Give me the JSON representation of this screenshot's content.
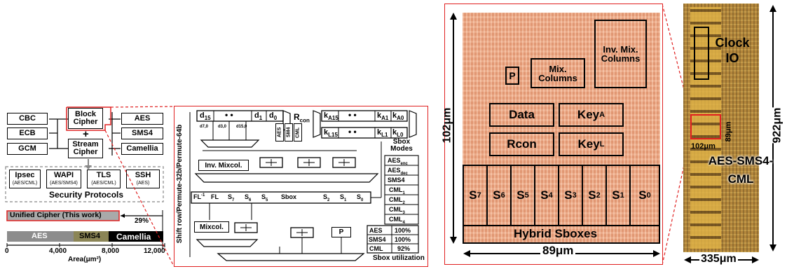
{
  "left_panel": {
    "modes": [
      "CBC",
      "ECB",
      "GCM"
    ],
    "block_cipher": "Block Cipher",
    "stream_cipher": "Stream Cipher",
    "plus": "+",
    "ciphers": [
      "AES",
      "SMS4",
      "Camellia"
    ],
    "protocols": [
      {
        "name": "Ipsec",
        "sub": "(AES/CML)"
      },
      {
        "name": "WAPI",
        "sub": "(AES/SMS4)"
      },
      {
        "name": "TLS",
        "sub": "(AES/CML)"
      },
      {
        "name": "SSH",
        "sub": "(AES)"
      }
    ],
    "protocols_title": "Security Protocols",
    "unified_label": "Unified Cipher (This work)",
    "savings": "29%",
    "area_segments": [
      "AES",
      "SMS4",
      "Camellia"
    ],
    "area_ticks": [
      "0",
      "4,000",
      "8,000",
      "12,000"
    ],
    "area_axis": "Area(μm²)"
  },
  "middle_panel": {
    "side_label": "Shift row/Permute-32b/Permute-64b",
    "d15": "d",
    "d15_sub": "15",
    "d1": "d",
    "d1_sub": "1",
    "d0": "d",
    "d0_sub": "0",
    "dots": "• •",
    "taps": [
      "d7,0",
      "d3,0",
      "d15,0"
    ],
    "rcon": "R",
    "rcon_sub": "con",
    "ka15": "k",
    "ka15_sub": "A15",
    "ka1": "k",
    "ka1_sub": "A1",
    "ka0": "k",
    "ka0_sub": "A0",
    "kl15": "k",
    "kl15_sub": "L15",
    "kl1": "k",
    "kl1_sub": "L1",
    "kl0": "k",
    "kl0_sub": "L0",
    "mux_labels": [
      "AES",
      "SM4",
      "CML"
    ],
    "inv_mixcol": "Inv. Mixcol.",
    "sbox_modes_title": "Sbox Modes",
    "sbox_modes": [
      "AES",
      "AES",
      "SMS4",
      "CML",
      "CML",
      "CML",
      "CML"
    ],
    "sbox_modes_sub": [
      "enc",
      "dec",
      "",
      "1",
      "2",
      "3",
      "4"
    ],
    "sbox_row": [
      "FL",
      "FL",
      "S",
      "S",
      "S",
      "Sbox",
      "S",
      "S",
      "S"
    ],
    "sbox_row_sub": [
      "-1",
      "",
      "7",
      "6",
      "5",
      "",
      "2",
      "1",
      "0"
    ],
    "mixcol": "Mixcol.",
    "p_box": "P",
    "utilization": [
      {
        "name": "AES",
        "value": "100%"
      },
      {
        "name": "SMS4",
        "value": "100%"
      },
      {
        "name": "CML",
        "value": "92%"
      }
    ],
    "utilization_title": "Sbox utilization"
  },
  "die_panel": {
    "height": "102μm",
    "width": "89μm",
    "p_block": "P",
    "mix_columns": "Mix. Columns",
    "inv_mix_columns": "Inv. Mix. Columns",
    "data": "Data",
    "key_a": "Key",
    "key_a_sub": "A",
    "rcon": "Rcon",
    "key_l": "Key",
    "key_l_sub": "L",
    "sboxes": [
      "S",
      "S",
      "S",
      "S",
      "S",
      "S",
      "S",
      "S"
    ],
    "sboxes_sub": [
      "7",
      "6",
      "5",
      "4",
      "3",
      "2",
      "1",
      "0"
    ],
    "hybrid": "Hybrid Sboxes"
  },
  "chip_panel": {
    "clock_io": "Clock IO",
    "core_w": "102μm",
    "core_h": "89μm",
    "name": "AES-SMS4-CML",
    "chip_h": "922μm",
    "chip_w": "335μm"
  },
  "colors": {
    "aes": "#8c8c8c",
    "sms4": "#8b8556",
    "camellia": "#000000",
    "unified": "#a9a9a9",
    "highlight": "#e02020",
    "die": "#e9a27e",
    "chip": "#b3863b"
  }
}
